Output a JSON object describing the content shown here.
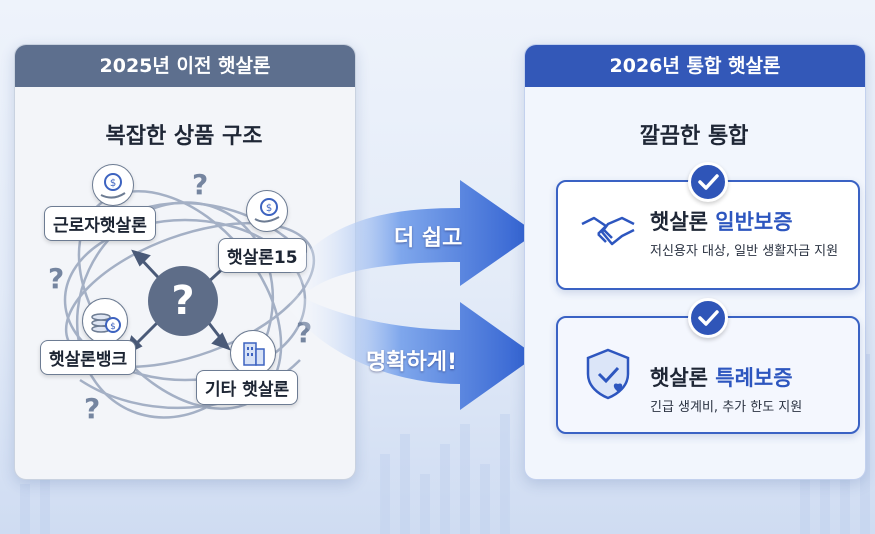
{
  "left_panel": {
    "header": "2025년 이전 햇살론",
    "subtitle": "복잡한 상품 구조",
    "products": [
      "근로자햇살론",
      "햇살론15",
      "햇살론뱅크",
      "기타 햇살론"
    ],
    "center_symbol": "?",
    "question_mark": "?"
  },
  "arrows": {
    "top_label": "더 쉽고",
    "bottom_label": "명확하게!"
  },
  "right_panel": {
    "header": "2026년 통합 햇살론",
    "subtitle": "깔끔한 통합",
    "cards": [
      {
        "title_prefix": "햇살론 ",
        "title_accent": "일반보증",
        "desc": "저신용자 대상, 일반 생활자금 지원",
        "icon": "handshake-icon"
      },
      {
        "title_prefix": "햇살론 ",
        "title_accent": "특례보증",
        "desc": "긴급 생계비, 추가 한도 지원",
        "icon": "shield-heart-icon"
      }
    ]
  },
  "colors": {
    "left_header": "#5d6f8e",
    "right_header": "#3358b8",
    "accent_blue": "#2d56bf"
  }
}
